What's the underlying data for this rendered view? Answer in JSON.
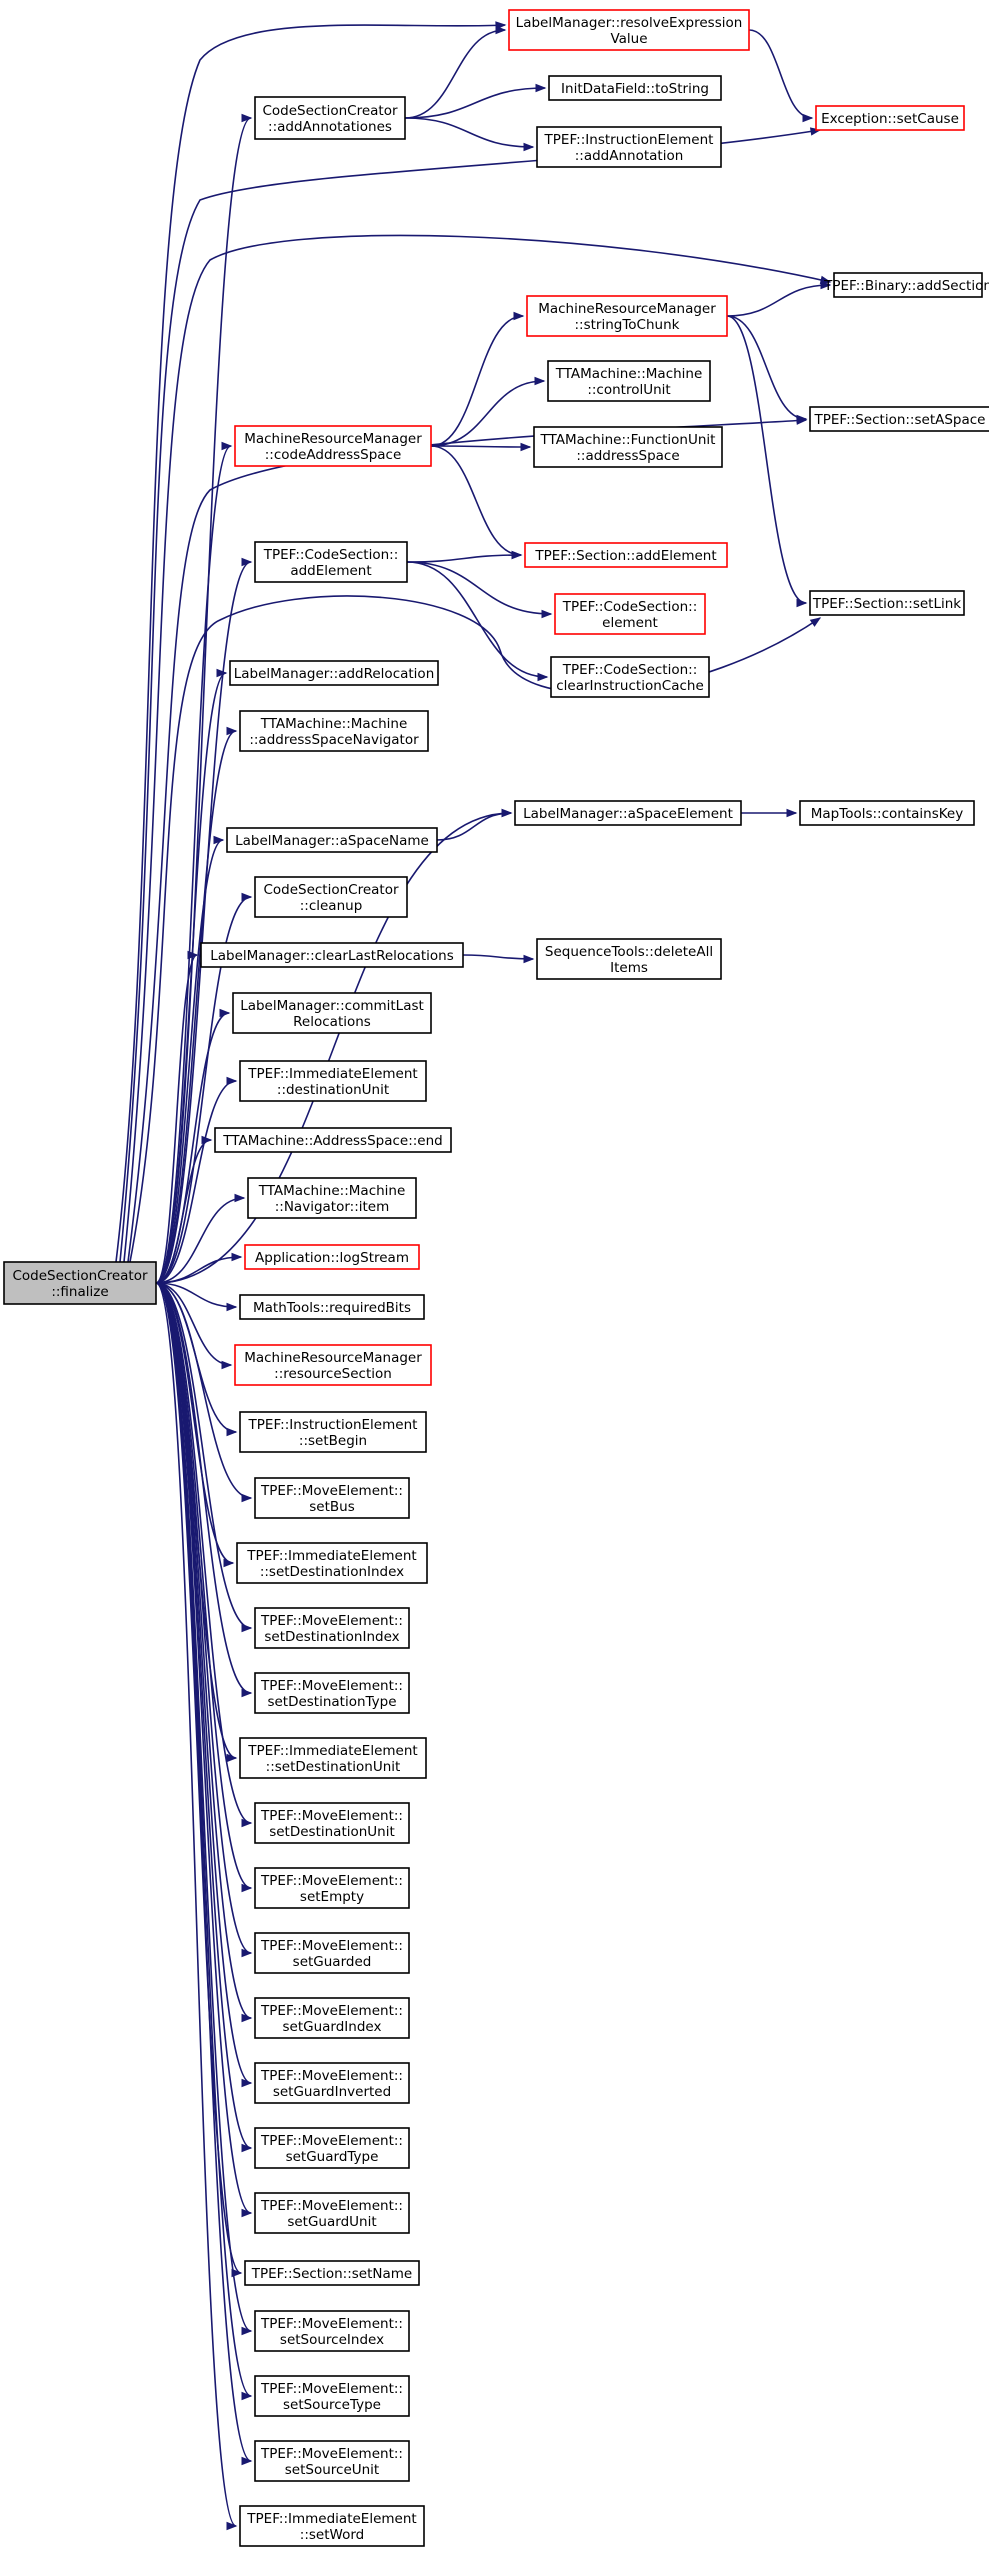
{
  "colors": {
    "edge": "#191970",
    "normal_border": "#000000",
    "linked_border": "#ff0000",
    "root_fill": "#bfbfbf",
    "node_fill": "#ffffff"
  },
  "graph": {
    "root": "n0",
    "nodes": [
      {
        "id": "n0",
        "lines": [
          "CodeSectionCreator",
          "::finalize"
        ],
        "style": "root"
      },
      {
        "id": "n1",
        "lines": [
          "LabelManager::resolveExpression",
          "Value"
        ],
        "style": "linked"
      },
      {
        "id": "n2",
        "lines": [
          "CodeSectionCreator",
          "::addAnnotationes"
        ],
        "style": "normal"
      },
      {
        "id": "n3",
        "lines": [
          "InitDataField::toString"
        ],
        "style": "normal"
      },
      {
        "id": "n4",
        "lines": [
          "TPEF::InstructionElement",
          "::addAnnotation"
        ],
        "style": "normal"
      },
      {
        "id": "n5",
        "lines": [
          "Exception::setCause"
        ],
        "style": "linked"
      },
      {
        "id": "n6",
        "lines": [
          "TPEF::Binary::addSection"
        ],
        "style": "normal"
      },
      {
        "id": "n7",
        "lines": [
          "MachineResourceManager",
          "::stringToChunk"
        ],
        "style": "linked"
      },
      {
        "id": "n8",
        "lines": [
          "TTAMachine::Machine",
          "::controlUnit"
        ],
        "style": "normal"
      },
      {
        "id": "n9",
        "lines": [
          "TPEF::Section::setASpace"
        ],
        "style": "normal"
      },
      {
        "id": "n10",
        "lines": [
          "MachineResourceManager",
          "::codeAddressSpace"
        ],
        "style": "linked"
      },
      {
        "id": "n11",
        "lines": [
          "TTAMachine::FunctionUnit",
          "::addressSpace"
        ],
        "style": "normal"
      },
      {
        "id": "n12",
        "lines": [
          "TPEF::CodeSection::",
          "addElement"
        ],
        "style": "normal"
      },
      {
        "id": "n13",
        "lines": [
          "TPEF::Section::addElement"
        ],
        "style": "linked"
      },
      {
        "id": "n14",
        "lines": [
          "TPEF::Section::setLink"
        ],
        "style": "normal"
      },
      {
        "id": "n15",
        "lines": [
          "TPEF::CodeSection::",
          "element"
        ],
        "style": "linked"
      },
      {
        "id": "n16",
        "lines": [
          "TPEF::CodeSection::",
          "clearInstructionCache"
        ],
        "style": "normal"
      },
      {
        "id": "n17",
        "lines": [
          "LabelManager::addRelocation"
        ],
        "style": "normal"
      },
      {
        "id": "n18",
        "lines": [
          "TTAMachine::Machine",
          "::addressSpaceNavigator"
        ],
        "style": "normal"
      },
      {
        "id": "n19",
        "lines": [
          "LabelManager::aSpaceElement"
        ],
        "style": "normal"
      },
      {
        "id": "n20",
        "lines": [
          "MapTools::containsKey"
        ],
        "style": "normal"
      },
      {
        "id": "n21",
        "lines": [
          "LabelManager::aSpaceName"
        ],
        "style": "normal"
      },
      {
        "id": "n22",
        "lines": [
          "CodeSectionCreator",
          "::cleanup"
        ],
        "style": "normal"
      },
      {
        "id": "n23",
        "lines": [
          "LabelManager::clearLastRelocations"
        ],
        "style": "normal"
      },
      {
        "id": "n24",
        "lines": [
          "SequenceTools::deleteAll",
          "Items"
        ],
        "style": "normal"
      },
      {
        "id": "n25",
        "lines": [
          "LabelManager::commitLast",
          "Relocations"
        ],
        "style": "normal"
      },
      {
        "id": "n26",
        "lines": [
          "TPEF::ImmediateElement",
          "::destinationUnit"
        ],
        "style": "normal"
      },
      {
        "id": "n27",
        "lines": [
          "TTAMachine::AddressSpace::end"
        ],
        "style": "normal"
      },
      {
        "id": "n28",
        "lines": [
          "TTAMachine::Machine",
          "::Navigator::item"
        ],
        "style": "normal"
      },
      {
        "id": "n29",
        "lines": [
          "Application::logStream"
        ],
        "style": "linked"
      },
      {
        "id": "n30",
        "lines": [
          "MathTools::requiredBits"
        ],
        "style": "normal"
      },
      {
        "id": "n31",
        "lines": [
          "MachineResourceManager",
          "::resourceSection"
        ],
        "style": "linked"
      },
      {
        "id": "n32",
        "lines": [
          "TPEF::InstructionElement",
          "::setBegin"
        ],
        "style": "normal"
      },
      {
        "id": "n33",
        "lines": [
          "TPEF::MoveElement::",
          "setBus"
        ],
        "style": "normal"
      },
      {
        "id": "n34",
        "lines": [
          "TPEF::ImmediateElement",
          "::setDestinationIndex"
        ],
        "style": "normal"
      },
      {
        "id": "n35",
        "lines": [
          "TPEF::MoveElement::",
          "setDestinationIndex"
        ],
        "style": "normal"
      },
      {
        "id": "n36",
        "lines": [
          "TPEF::MoveElement::",
          "setDestinationType"
        ],
        "style": "normal"
      },
      {
        "id": "n37",
        "lines": [
          "TPEF::ImmediateElement",
          "::setDestinationUnit"
        ],
        "style": "normal"
      },
      {
        "id": "n38",
        "lines": [
          "TPEF::MoveElement::",
          "setDestinationUnit"
        ],
        "style": "normal"
      },
      {
        "id": "n39",
        "lines": [
          "TPEF::MoveElement::",
          "setEmpty"
        ],
        "style": "normal"
      },
      {
        "id": "n40",
        "lines": [
          "TPEF::MoveElement::",
          "setGuarded"
        ],
        "style": "normal"
      },
      {
        "id": "n41",
        "lines": [
          "TPEF::MoveElement::",
          "setGuardIndex"
        ],
        "style": "normal"
      },
      {
        "id": "n42",
        "lines": [
          "TPEF::MoveElement::",
          "setGuardInverted"
        ],
        "style": "normal"
      },
      {
        "id": "n43",
        "lines": [
          "TPEF::MoveElement::",
          "setGuardType"
        ],
        "style": "normal"
      },
      {
        "id": "n44",
        "lines": [
          "TPEF::MoveElement::",
          "setGuardUnit"
        ],
        "style": "normal"
      },
      {
        "id": "n45",
        "lines": [
          "TPEF::Section::setName"
        ],
        "style": "normal"
      },
      {
        "id": "n46",
        "lines": [
          "TPEF::MoveElement::",
          "setSourceIndex"
        ],
        "style": "normal"
      },
      {
        "id": "n47",
        "lines": [
          "TPEF::MoveElement::",
          "setSourceType"
        ],
        "style": "normal"
      },
      {
        "id": "n48",
        "lines": [
          "TPEF::MoveElement::",
          "setSourceUnit"
        ],
        "style": "normal"
      },
      {
        "id": "n49",
        "lines": [
          "TPEF::ImmediateElement",
          "::setWord"
        ],
        "style": "normal"
      }
    ],
    "edges": [
      [
        "n0",
        "n1"
      ],
      [
        "n0",
        "n2"
      ],
      [
        "n0",
        "n5"
      ],
      [
        "n0",
        "n6"
      ],
      [
        "n0",
        "n10"
      ],
      [
        "n0",
        "n9"
      ],
      [
        "n0",
        "n12"
      ],
      [
        "n0",
        "n14"
      ],
      [
        "n0",
        "n17"
      ],
      [
        "n0",
        "n18"
      ],
      [
        "n0",
        "n19"
      ],
      [
        "n0",
        "n21"
      ],
      [
        "n0",
        "n22"
      ],
      [
        "n0",
        "n23"
      ],
      [
        "n0",
        "n25"
      ],
      [
        "n0",
        "n26"
      ],
      [
        "n0",
        "n27"
      ],
      [
        "n0",
        "n28"
      ],
      [
        "n0",
        "n29"
      ],
      [
        "n0",
        "n30"
      ],
      [
        "n0",
        "n31"
      ],
      [
        "n0",
        "n32"
      ],
      [
        "n0",
        "n33"
      ],
      [
        "n0",
        "n34"
      ],
      [
        "n0",
        "n35"
      ],
      [
        "n0",
        "n36"
      ],
      [
        "n0",
        "n37"
      ],
      [
        "n0",
        "n38"
      ],
      [
        "n0",
        "n39"
      ],
      [
        "n0",
        "n40"
      ],
      [
        "n0",
        "n41"
      ],
      [
        "n0",
        "n42"
      ],
      [
        "n0",
        "n43"
      ],
      [
        "n0",
        "n44"
      ],
      [
        "n0",
        "n45"
      ],
      [
        "n0",
        "n46"
      ],
      [
        "n0",
        "n47"
      ],
      [
        "n0",
        "n48"
      ],
      [
        "n0",
        "n49"
      ],
      [
        "n2",
        "n1"
      ],
      [
        "n2",
        "n3"
      ],
      [
        "n2",
        "n4"
      ],
      [
        "n1",
        "n5"
      ],
      [
        "n10",
        "n7"
      ],
      [
        "n10",
        "n8"
      ],
      [
        "n10",
        "n11"
      ],
      [
        "n10",
        "n13"
      ],
      [
        "n7",
        "n6"
      ],
      [
        "n7",
        "n9"
      ],
      [
        "n7",
        "n14"
      ],
      [
        "n12",
        "n13"
      ],
      [
        "n12",
        "n15"
      ],
      [
        "n12",
        "n16"
      ],
      [
        "n21",
        "n19"
      ],
      [
        "n19",
        "n20"
      ],
      [
        "n23",
        "n24"
      ]
    ]
  }
}
